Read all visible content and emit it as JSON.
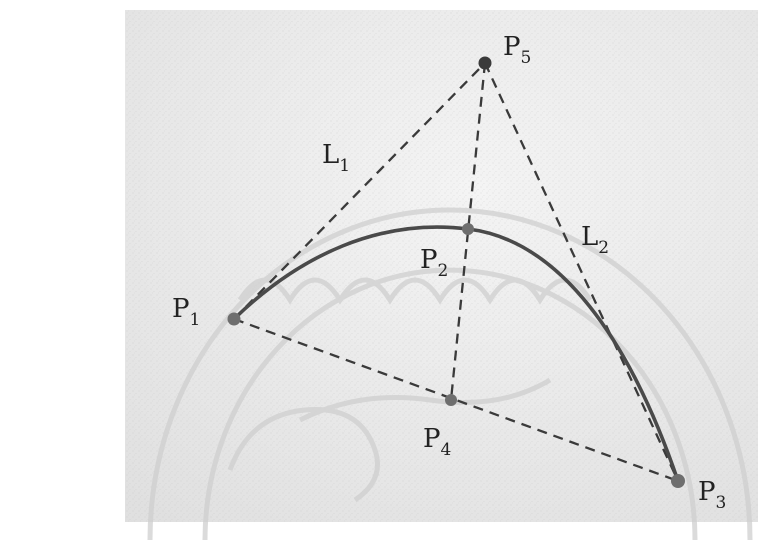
{
  "diagram": {
    "points": [
      {
        "id": "P1",
        "letter": "P",
        "sub": "1"
      },
      {
        "id": "P2",
        "letter": "P",
        "sub": "2"
      },
      {
        "id": "P3",
        "letter": "P",
        "sub": "3"
      },
      {
        "id": "P4",
        "letter": "P",
        "sub": "4"
      },
      {
        "id": "P5",
        "letter": "P",
        "sub": "5"
      }
    ],
    "lines": [
      {
        "id": "L1",
        "letter": "L",
        "sub": "1"
      },
      {
        "id": "L2",
        "letter": "L",
        "sub": "2"
      }
    ]
  },
  "colors": {
    "curve": "#4a4a4a",
    "dashed": "#3a3a3a",
    "point": "#6e6e6e",
    "background": "#e4e4e4",
    "watermark": "#cfcfcf"
  }
}
